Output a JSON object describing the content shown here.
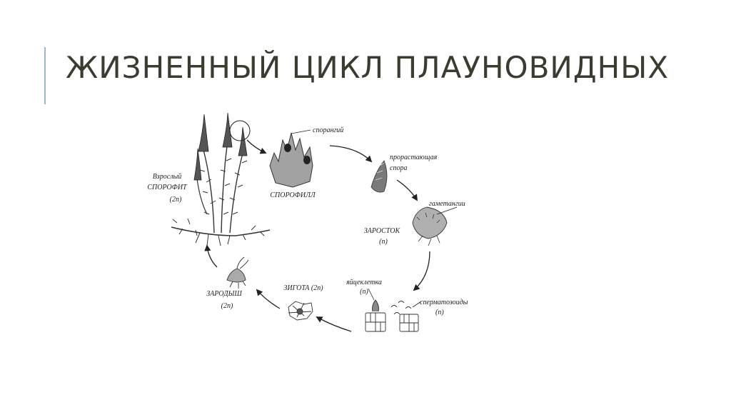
{
  "slide": {
    "title": "ЖИЗНЕННЫЙ ЦИКЛ ПЛАУНОВИДНЫХ"
  },
  "diagram": {
    "labels": {
      "adult_line1": "Взрослый",
      "adult_line2": "СПОРОФИТ",
      "adult_line3": "(2n)",
      "sporangium": "спорангий",
      "sporophyll": "СПОРОФИЛЛ",
      "spore_line1": "прорастающая",
      "spore_line2": "спора",
      "gametangia": "гаметангии",
      "prothallus_line1": "ЗАРОСТОК",
      "prothallus_line2": "(n)",
      "egg_line1": "яйцеклетка",
      "egg_line2": "(n)",
      "sperm_line1": "сперматозоиды",
      "sperm_line2": "(n)",
      "zygote": "ЗИГОТА (2n)",
      "embryo_line1": "ЗАРОДЫШ",
      "embryo_line2": "(2n)"
    },
    "colors": {
      "ink": "#222222",
      "accent_bar": "#9ab7c2",
      "title": "#3b3b30",
      "drawing_gray": "#9a9a9a"
    }
  }
}
